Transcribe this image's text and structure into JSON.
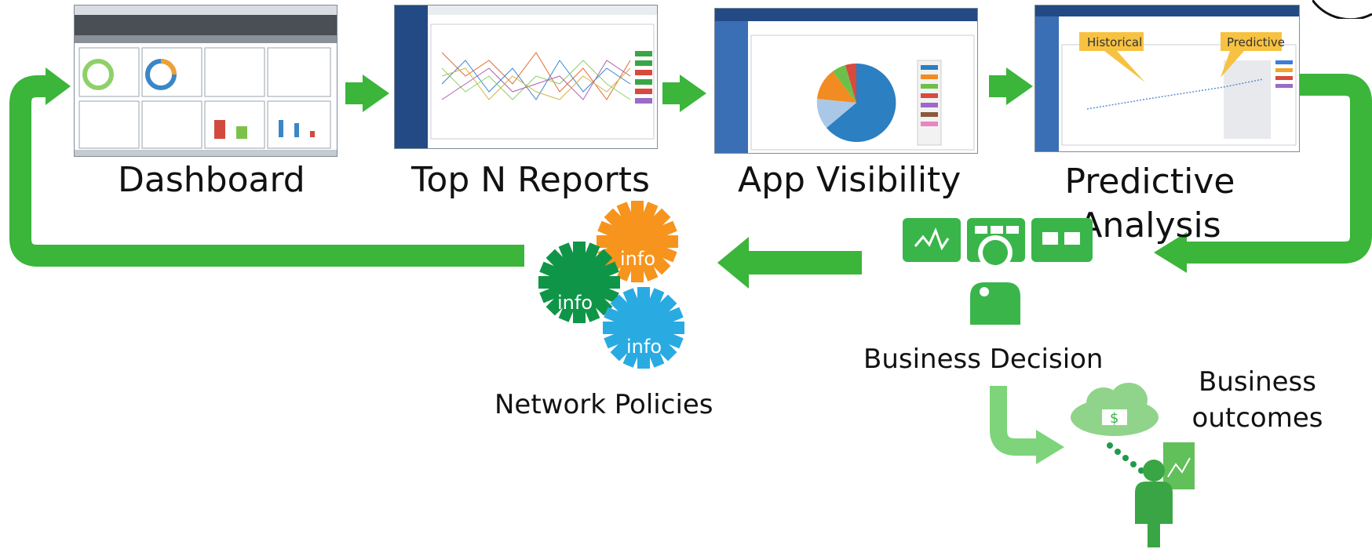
{
  "stages": [
    {
      "id": "dashboard",
      "label": "Dashboard"
    },
    {
      "id": "topn",
      "label": "Top N Reports"
    },
    {
      "id": "app",
      "label": "App Visibility"
    },
    {
      "id": "predictive",
      "label": "Predictive\nAnalysis"
    }
  ],
  "callouts": {
    "historical": "Historical",
    "predictive": "Predictive"
  },
  "policies": {
    "label": "Network Policies",
    "gear_text": "info"
  },
  "decision": {
    "label": "Business Decision"
  },
  "outcomes": {
    "label": "Business\noutcomes",
    "currency": "$"
  },
  "colors": {
    "arrow": "#3bb53a",
    "arrow_light": "#7ed47a",
    "icon_green": "#39b54a",
    "gear_orange": "#f7941d",
    "gear_green": "#0f9548",
    "gear_blue": "#29abe2"
  }
}
